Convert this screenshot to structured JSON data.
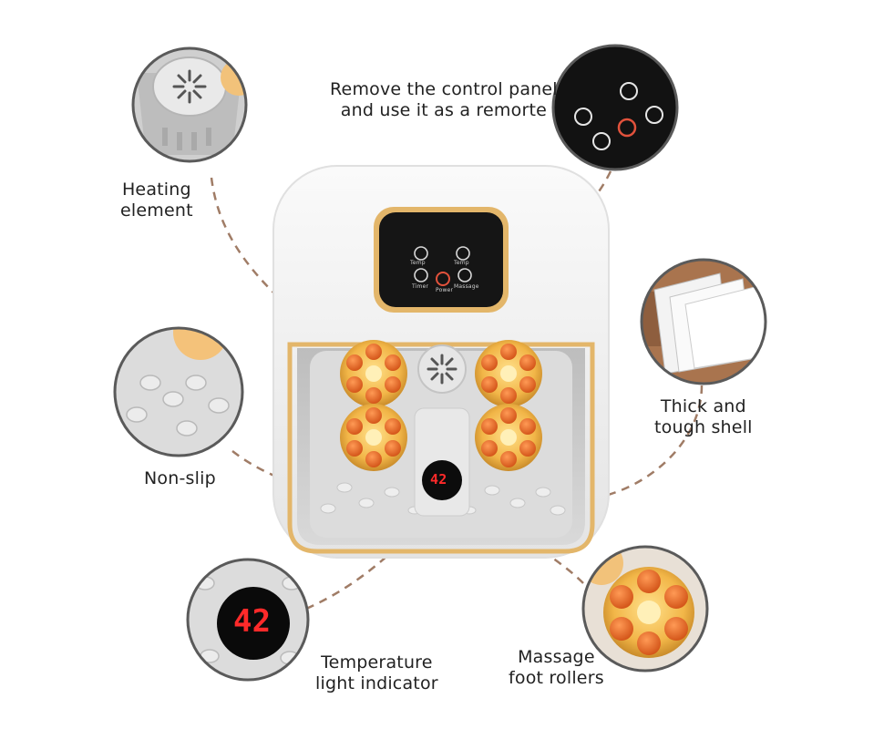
{
  "callouts": {
    "control_panel": {
      "line1": "Remove the control panel",
      "line2": "and use it as a remorte"
    },
    "heating": {
      "line1": "Heating",
      "line2": "element"
    },
    "shell": {
      "line1": "Thick and",
      "line2": "tough shell"
    },
    "non_slip": {
      "line1": "Non-slip"
    },
    "temperature": {
      "line1": "Temperature",
      "line2": "light indicator"
    },
    "rollers": {
      "line1": "Massage",
      "line2": "foot rollers"
    }
  },
  "panel_buttons": {
    "temp_up": "Temp",
    "temp_down": "Temp",
    "timer": "Timer",
    "power": "Power",
    "massage": "Massage"
  },
  "display": {
    "temperature": "42"
  },
  "colors": {
    "callout_line": "#a07c66",
    "shell": "#f1f1f1",
    "basin": "#cfcfcf",
    "gold_trim": "#e3b66a",
    "roller": "#e36b1f",
    "roller_ring": "#f0b64a",
    "led": "#ff2a2a",
    "panel": "#151515"
  }
}
